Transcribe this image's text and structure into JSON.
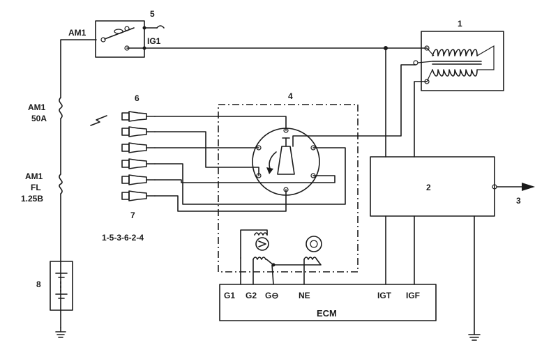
{
  "labels": {
    "ignition_switch": "5",
    "coil": "1",
    "distributor": "4",
    "igniter": "2",
    "tach_out": "3",
    "plugs": "6",
    "plugs_group": "7",
    "battery": "8"
  },
  "terminals": {
    "am1_top": "AM1",
    "ig1": "IG1",
    "fuse1_name": "AM1",
    "fuse1_rating": "50A",
    "fuse2_name": "AM1",
    "fuse2_type": "FL",
    "fuse2_rating": "1.25B",
    "firing_order": "1-5-3-6-2-4"
  },
  "ecm": {
    "title": "ECM",
    "pins": [
      "G1",
      "G2",
      "G⊖",
      "NE",
      "IGT",
      "IGF"
    ]
  }
}
